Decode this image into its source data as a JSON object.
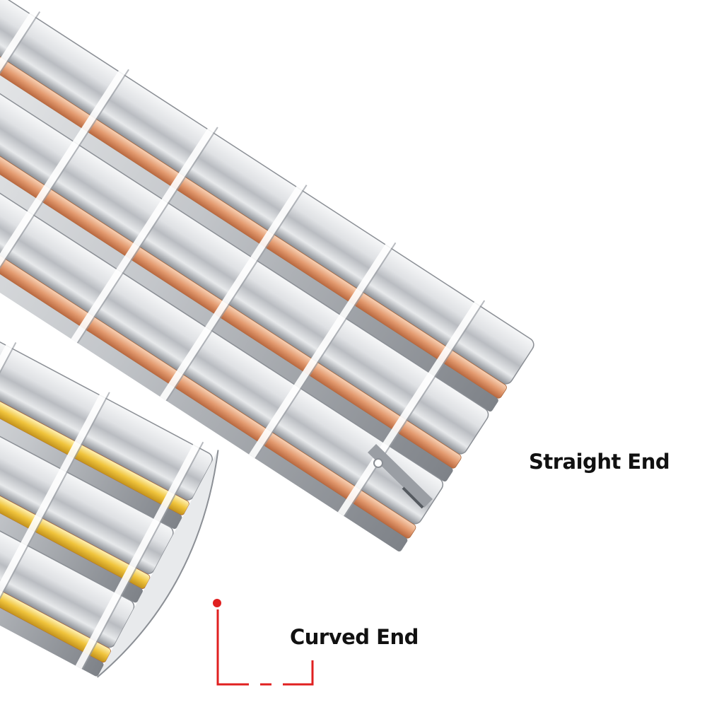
{
  "labels": {
    "straight_end": "Straight End",
    "curved_end": "Curved End"
  },
  "colors": {
    "background": "#ffffff",
    "steel_light": "#f4f5f6",
    "steel_mid": "#c9ccd0",
    "steel_dark": "#7d8187",
    "rose_gold": "#e39a6f",
    "gold": "#f0c43c",
    "marker_red": "#e02020",
    "label_text": "#111111"
  },
  "bands": [
    {
      "name": "straight-end-band",
      "accent": "rose-gold",
      "end_type": "straight"
    },
    {
      "name": "curved-end-band",
      "accent": "gold",
      "end_type": "curved"
    }
  ]
}
